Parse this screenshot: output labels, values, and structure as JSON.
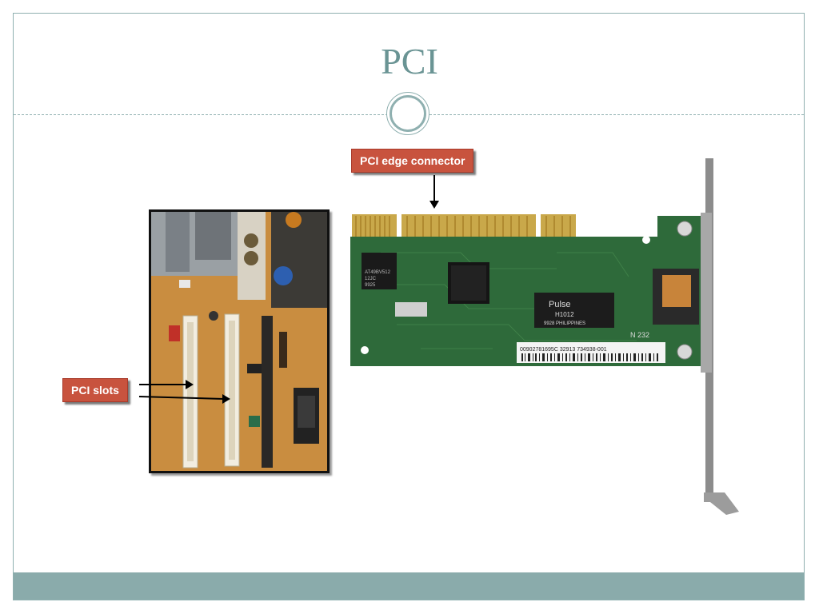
{
  "slide": {
    "title": "PCI",
    "callouts": {
      "edge_connector": "PCI edge connector",
      "slots": "PCI slots"
    },
    "colors": {
      "accent": "#8aabab",
      "title": "#6a9494",
      "callout_fill": "#c8533e",
      "pcb_green": "#2e6a3a"
    },
    "card_markings": {
      "chip_left": "AT49BV512\n12JC\n9925",
      "pulse_brand": "Pulse",
      "pulse_part": "H1012",
      "pulse_sub": "9928 PHILIPPINES",
      "barcode_text": "00902781695C 32913   734938-001",
      "board_code": "N 232"
    }
  }
}
